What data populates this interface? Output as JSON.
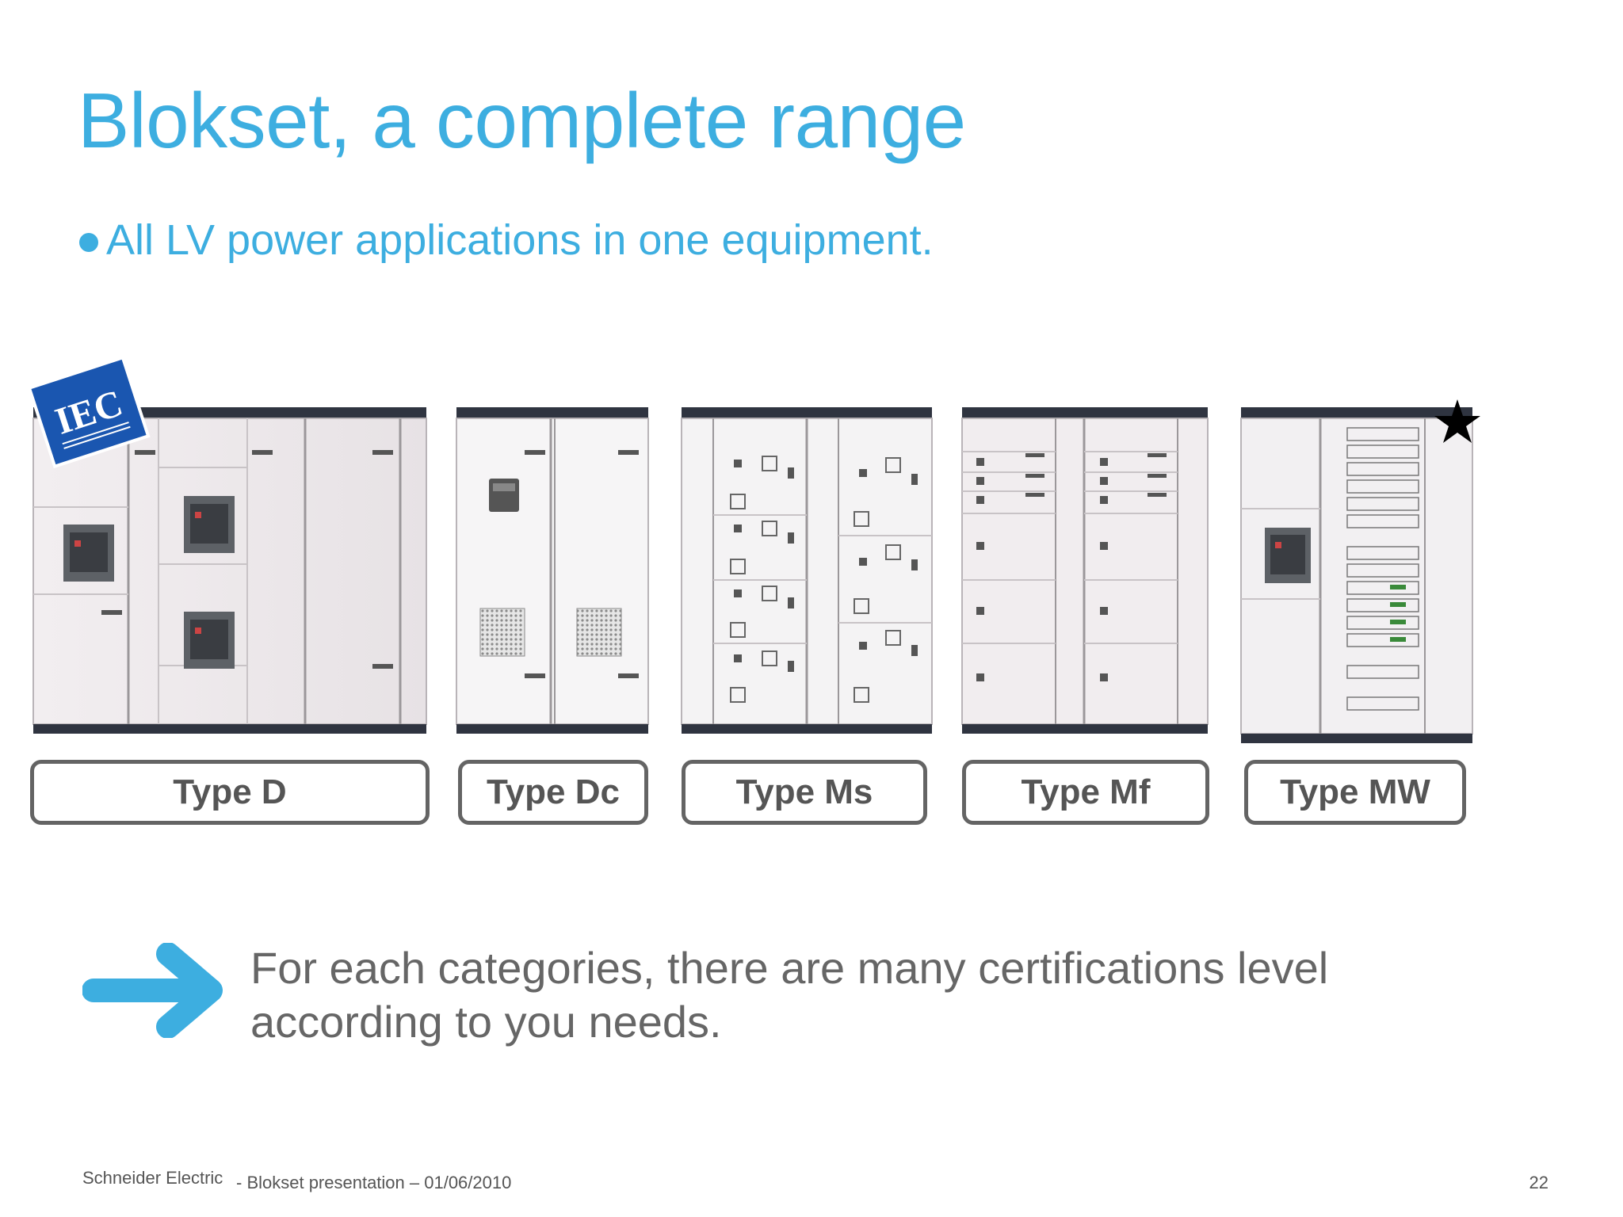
{
  "slide": {
    "title": "Blokset, a complete range",
    "bullet": "All LV power applications in one equipment.",
    "iec_logo_text": "IEC",
    "types": [
      {
        "label": "Type D"
      },
      {
        "label": "Type Dc"
      },
      {
        "label": "Type Ms"
      },
      {
        "label": "Type Mf"
      },
      {
        "label": "Type MW"
      }
    ],
    "note": "For each categories, there are many certifications level according to you needs.",
    "footer": {
      "company": "Schneider Electric",
      "presentation": "- Blokset presentation – 01/06/2010",
      "page_number": "22"
    }
  },
  "colors": {
    "accent": "#3daee0",
    "text_gray": "#666666",
    "label_border": "#646464",
    "iec_blue": "#1a56b0"
  },
  "icons": [
    "iec-logo",
    "star-icon",
    "arrow-right-icon",
    "bullet-dot-icon"
  ]
}
